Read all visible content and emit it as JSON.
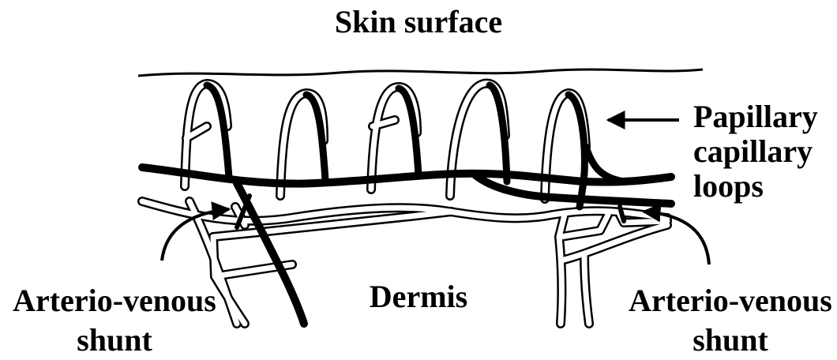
{
  "labels": {
    "skin_surface": "Skin surface",
    "papillary_line1": "Papillary",
    "papillary_line2": "capillary",
    "papillary_line3": "loops",
    "dermis": "Dermis",
    "av_left_line1": "Arterio-venous",
    "av_left_line2": "shunt",
    "av_right_line1": "Arterio-venous",
    "av_right_line2": "shunt"
  },
  "colors": {
    "ink": "#000000",
    "background": "#ffffff"
  }
}
